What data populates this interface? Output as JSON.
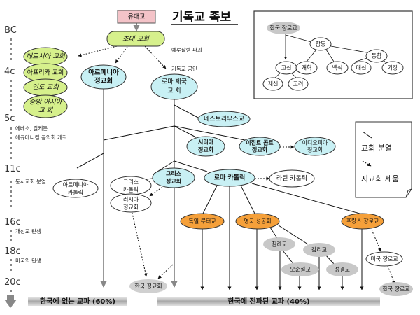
{
  "title": "기독교 족보",
  "colors": {
    "judaism": "#f4c3c8",
    "early": "#d6f08c",
    "orthodox": "#c8f0f4",
    "protestant": "#f5a03a",
    "minor": "#c8c8c8",
    "plain": "#ffffff"
  },
  "timeline": {
    "eras": [
      "BC",
      "4c",
      "5c",
      "11c",
      "16c",
      "18c",
      "20c"
    ],
    "events": [
      "에베소, 칼케돈",
      "에큐메니컬 공의회 개최",
      "동서교회 분열",
      "개신교 탄생",
      "미국의 탄생"
    ]
  },
  "annotations": {
    "jerusalem": "예루살렘 파괴",
    "recognition": "기독교 공인"
  },
  "nodes": {
    "judaism": "유대교",
    "early_church": "초대 교회",
    "persia": "페르시아 교회",
    "africa": "아프리카 교회",
    "india": "인도 교회",
    "central_asia_1": "중앙 아시아",
    "central_asia_2": "교  회",
    "armenian_orth_1": "아르메니아",
    "armenian_orth_2": "정교회",
    "rome_1": "로마 제국",
    "rome_2": "교  회",
    "nestorian": "네스토리우스교",
    "syrian_1": "시리아",
    "syrian_2": "정교회",
    "egypt_1": "이집트 콥트",
    "egypt_2": "정교회",
    "ethiopia_1": "이디오피아",
    "ethiopia_2": "정교회",
    "armenian_cath_1": "아르메니아",
    "armenian_cath_2": "카톨릭",
    "greek_orth_1": "그리스",
    "greek_orth_2": "정교회",
    "greek_cath_1": "그리스",
    "greek_cath_2": "카톨릭",
    "russian_1": "러시아",
    "russian_2": "정교회",
    "roman_catholic": "로마 카톨릭",
    "latin_catholic": "라틴 카톨릭",
    "lutheran": "독일 루터교",
    "anglican": "영국 성공회",
    "french_presby": "프랑스 장로교",
    "baptist": "침례교",
    "methodist": "감리교",
    "adventist": "오순절교",
    "holiness": "성결교",
    "us_presby": "미국 장로교",
    "korean_presby": "한국 장로교",
    "korean_orth": "한국 정교회"
  },
  "inset": {
    "root": "한국 장로교",
    "children": [
      "합동",
      "통합",
      "고신",
      "개혁",
      "백석",
      "대신",
      "기장",
      "계신",
      "고려"
    ]
  },
  "legend": {
    "split": "교회 분열",
    "branch": "지교회 세움"
  },
  "bars": {
    "absent": "한국에 없는 교파 (60%)",
    "present": "한국에 전파된 교파 (40%)"
  }
}
